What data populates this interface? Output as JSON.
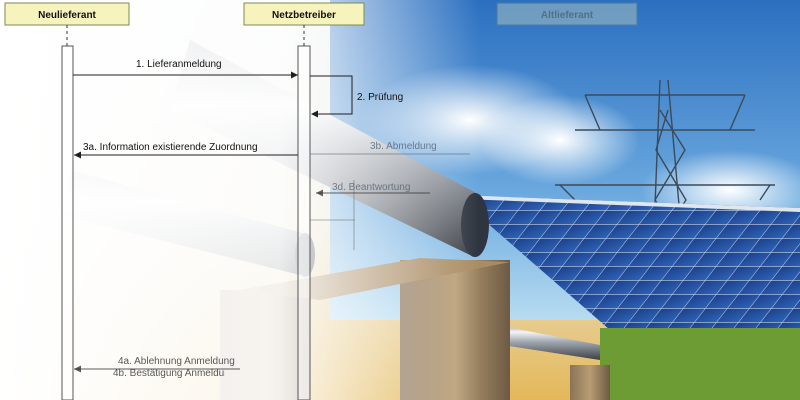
{
  "diagram": {
    "participants": [
      {
        "label": "Neulieferant"
      },
      {
        "label": "Netzbetreiber"
      },
      {
        "label": "Altlieferant"
      }
    ],
    "messages": [
      {
        "label": "1. Lieferanmeldung"
      },
      {
        "label": "2. Prüfung"
      },
      {
        "label": "3a. Information existierende Zuordnung"
      },
      {
        "label": "3b. Abmeldung"
      },
      {
        "label": "3d. Beantwortung"
      },
      {
        "label": "4a. Ablehnung Anmeldung"
      },
      {
        "label": "4b. Bestätigung Anmeldung"
      }
    ]
  },
  "colors": {
    "participant_box": "#f7f3bd",
    "participant_border": "#7d8a55",
    "arrow": "#1f1f1f",
    "sky_top": "#2b6fc0",
    "sky_bottom": "#a9d4ee",
    "grass": "#6d9b34"
  }
}
